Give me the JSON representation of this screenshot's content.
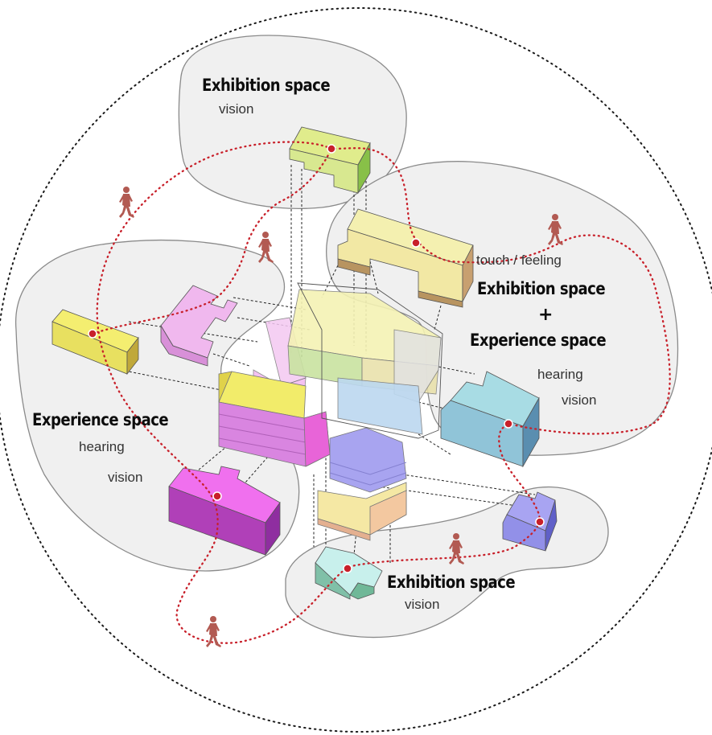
{
  "zones": [
    {
      "title": "Exhibition space",
      "senses": [
        "vision"
      ]
    },
    {
      "title": "Exhibition space",
      "connector": "+",
      "title2": "Experience space",
      "senses": [
        "touch / feeling",
        "hearing",
        "vision"
      ]
    },
    {
      "title": "Experience space",
      "senses": [
        "hearing",
        "vision"
      ]
    },
    {
      "title": "Exhibition space",
      "senses": [
        "vision"
      ]
    }
  ],
  "colors": {
    "route": "#c8202a",
    "zone_fill": "#f0f0f0",
    "zone_stroke": "#8a8a8a",
    "walker": "#b25a52",
    "yellow": "#f2ec6a",
    "lime": "#cfe39a",
    "pink": "#f0b6ee",
    "magenta": "#e56ae0",
    "khaki": "#f2e8a2",
    "teal": "#9fd8e2",
    "periwinkle": "#a8a4f0",
    "mint": "#c4eeea",
    "peach": "#f6d8a8"
  },
  "icons": [
    "walking-person-icon",
    "route-stop-icon"
  ]
}
